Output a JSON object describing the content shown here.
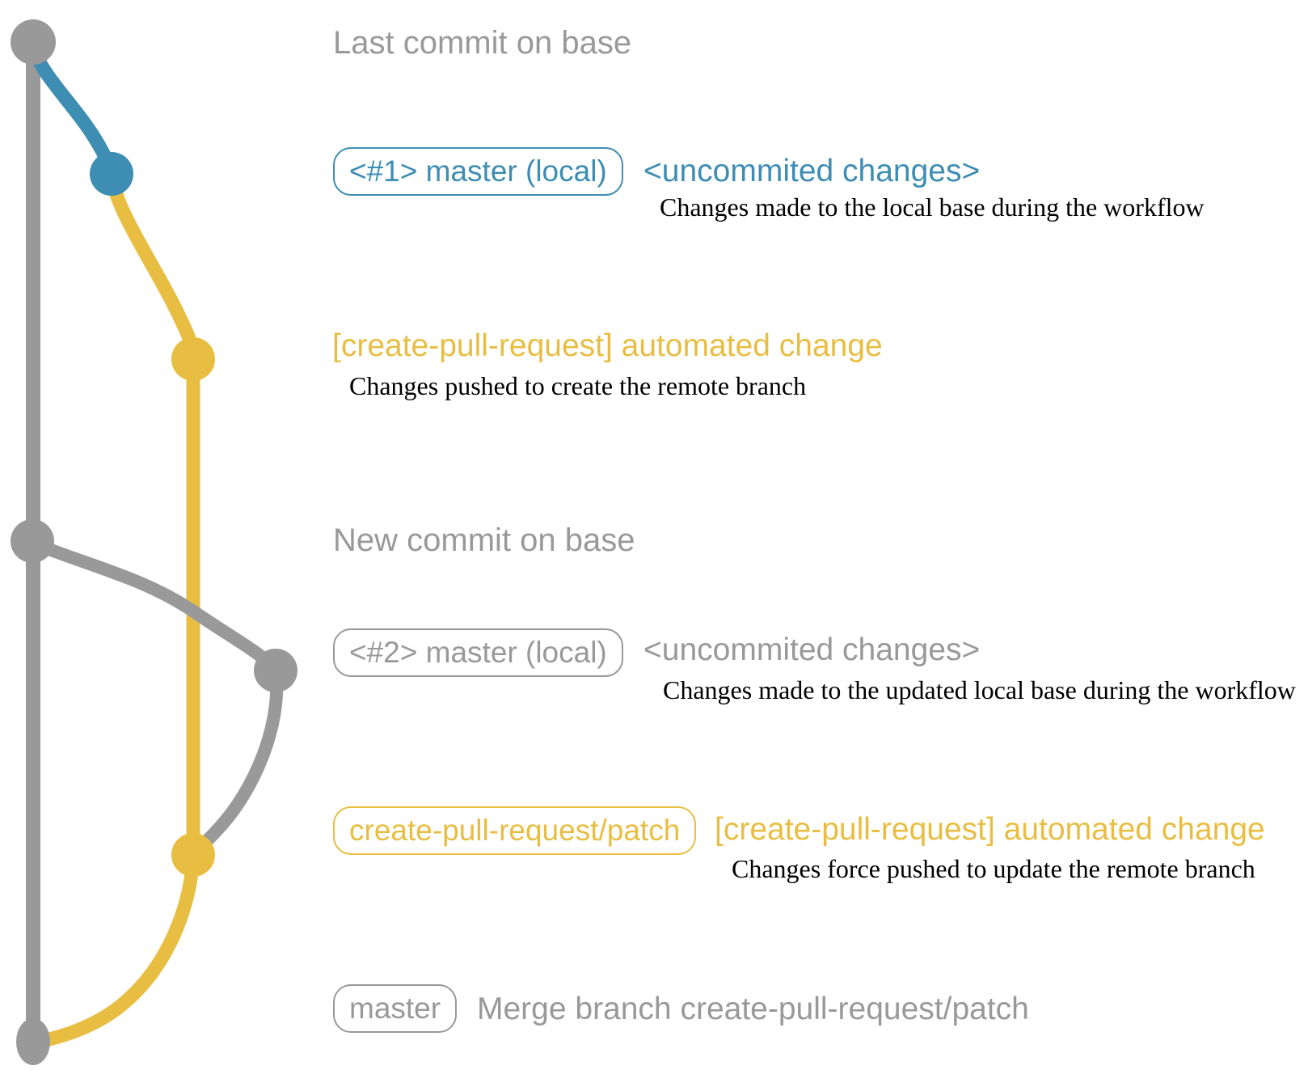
{
  "colors": {
    "gray": "#999999",
    "blue": "#3e8db3",
    "yellow": "#e8be42",
    "ink": "#000000",
    "bg": "#ffffff"
  },
  "commits": [
    {
      "message": "Last commit on base"
    },
    {
      "badge": "<#1> master (local)",
      "message": "<uncommited changes>",
      "desc": "Changes made to the local base during the workflow"
    },
    {
      "message": "[create-pull-request] automated change",
      "desc": "Changes pushed to create the remote branch"
    },
    {
      "message": "New commit on base"
    },
    {
      "badge": "<#2> master (local)",
      "message": "<uncommited changes>",
      "desc": "Changes made to the updated local base during the workflow"
    },
    {
      "badge": "create-pull-request/patch",
      "message": "[create-pull-request] automated change",
      "desc": "Changes force pushed to update the remote branch"
    },
    {
      "badge": "master",
      "message": "Merge branch create-pull-request/patch"
    }
  ]
}
